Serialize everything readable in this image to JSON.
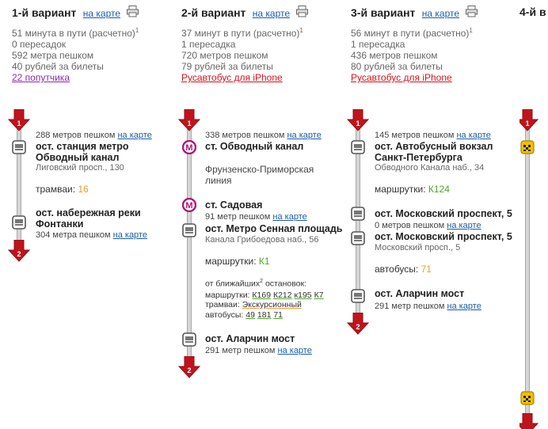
{
  "common": {
    "map_link": "на карте"
  },
  "variants": [
    {
      "title": "1-й вариант",
      "summary": {
        "time": "51 минута в пути (расчетно)",
        "footnote": "1",
        "transfers": "0 пересадок",
        "walk": "592 метра пешком",
        "price": "40 рублей за билеты",
        "extra_link": "22 попутчика"
      },
      "steps": {
        "walk1": "288 метров пешком",
        "stop1_name_l1": "ост. станция метро",
        "stop1_name_l2": "Обводный канал",
        "stop1_addr": "Лиговский просп., 130",
        "transport_label": "трамваи:",
        "transport_routes": "16",
        "stop2_name_l1": "ост. набережная реки",
        "stop2_name_l2": "Фонтанки",
        "walk2": "304 метра пешком"
      }
    },
    {
      "title": "2-й вариант",
      "summary": {
        "time": "37 минут в пути (расчетно)",
        "footnote": "1",
        "transfers": "1 пересадка",
        "walk": "720 метров пешком",
        "price": "79 рублей за билеты",
        "extra_link": "Русавтобус для iPhone"
      },
      "steps": {
        "walk1": "338 метров пешком",
        "metro1": "ст. Обводный канал",
        "metro_line_l1": "Фрунзенско-Приморская",
        "metro_line_l2": "линия",
        "metro2": "ст. Садовая",
        "walk_mid": "91 метр пешком",
        "stop_name": "ост. Метро Сенная площадь",
        "stop_addr": "Канала Грибоедова наб., 56",
        "transport_label": "маршрутки:",
        "transport_routes": "К1",
        "nearby_title": "от ближайших",
        "nearby_sup": "2",
        "nearby_tail": " остановок:",
        "nearby_minibus_label": "маршрутки:",
        "nearby_minibus": [
          "К169",
          "К212",
          "к195",
          "К7"
        ],
        "nearby_tram_label": "трамваи:",
        "nearby_tram": [
          "Экскурсионный"
        ],
        "nearby_bus_label": "автобусы:",
        "nearby_bus": [
          "49",
          "181",
          "71"
        ],
        "stop2_name": "ост. Аларчин мост",
        "walk2": "291 метр пешком"
      }
    },
    {
      "title": "3-й вариант",
      "summary": {
        "time": "56 минут в пути (расчетно)",
        "footnote": "1",
        "transfers": "1 пересадка",
        "walk": "436 метров пешком",
        "price": "80 рублей за билеты",
        "extra_link": "Русавтобус для iPhone"
      },
      "steps": {
        "walk1": "145 метров пешком",
        "stop1_name_l1": "ост. Автобусный вокзал",
        "stop1_name_l2": "Санкт-Петербурга",
        "stop1_addr": "Обводного Канала наб., 34",
        "transport1_label": "маршрутки:",
        "transport1_routes": "К124",
        "stop2_name": "ост. Московский проспект, 5",
        "walk_mid": "0 метров пешком",
        "stop3_name": "ост. Московский проспект, 5",
        "stop3_addr": "Московский просп., 5",
        "transport2_label": "автобусы:",
        "transport2_routes": "71",
        "stop4_name": "ост. Аларчин мост",
        "walk2": "291 метр пешком"
      }
    },
    {
      "title": "4-й в"
    }
  ],
  "colors": {
    "marker_red": "#c0141c",
    "metro": "#b0177a",
    "taxi": "#f0c000",
    "link": "#1a5ea8"
  }
}
